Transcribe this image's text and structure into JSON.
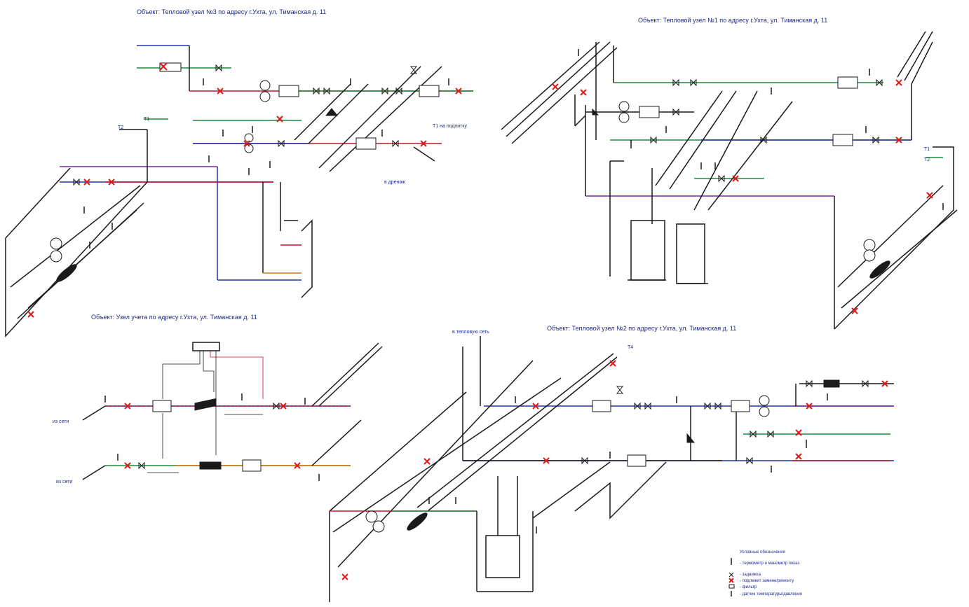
{
  "titles": {
    "node3": "Объект: Тепловой узел №3  по адресу г.Ухта, ул. Тиманская д. 11",
    "node1": "Объект: Тепловой узел №1  по адресу г.Ухта, ул. Тиманская д. 11",
    "meter": "Объект: Узел учета по адресу г.Ухта, ул. Тиманская д. 11",
    "node2": "Объект: Тепловой узел №2  по адресу г.Ухта, ул. Тиманская д. 11"
  },
  "labels": {
    "t1_to_system": "Т1 на подпитку",
    "to_drain": "в дренаж",
    "t2": "Т2",
    "t1": "Т1",
    "t4": "Т4",
    "from_network_1": "из сети",
    "from_network_2": "из сети",
    "to_network": "в тепловую сеть"
  },
  "legend": {
    "title": "Условные обозначения",
    "items": [
      "- термометр и манометр показ.",
      "- задвижка",
      "- подлежит замене/ремонту",
      "- фильтр",
      "- датчик температуры/давления"
    ]
  },
  "colors": {
    "pipe_dark": "#1a1a1a",
    "pipe_red": "#c8102e",
    "pipe_blue": "#2233aa",
    "pipe_green": "#1f8a3a",
    "pipe_purple": "#7a2a9a",
    "pipe_orange": "#d07a1a",
    "valve_red": "#e01818",
    "text_blue": "#1a2a8c"
  }
}
